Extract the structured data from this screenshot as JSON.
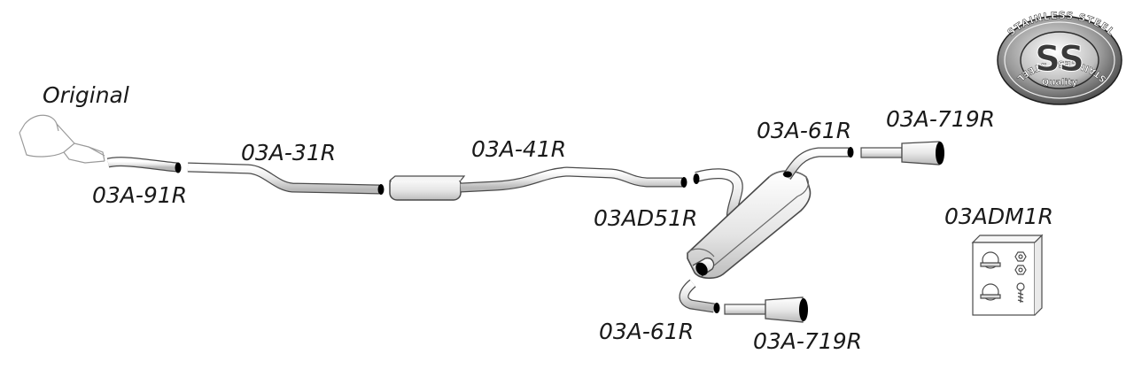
{
  "diagram": {
    "original_label": "Original",
    "parts": [
      {
        "id": "p1",
        "code": "03A-91R"
      },
      {
        "id": "p2",
        "code": "03A-31R"
      },
      {
        "id": "p3",
        "code": "03A-41R"
      },
      {
        "id": "p4",
        "code": "03AD51R"
      },
      {
        "id": "p5",
        "code": "03A-61R"
      },
      {
        "id": "p6",
        "code": "03A-719R"
      },
      {
        "id": "p7",
        "code": "03A-61R"
      },
      {
        "id": "p8",
        "code": "03A-719R"
      },
      {
        "id": "p9",
        "code": "03ADM1R"
      }
    ]
  },
  "badge": {
    "top_text": "STAINLESS STEEL",
    "bottom_text": "STAINLESS STEEL",
    "center_text": "SS",
    "sub_text": "Quality"
  },
  "colors": {
    "pipe_fill": "#eaeaea",
    "pipe_stroke": "#4a4a4a",
    "pipe_end": "#000000",
    "text": "#1a1a1a"
  }
}
